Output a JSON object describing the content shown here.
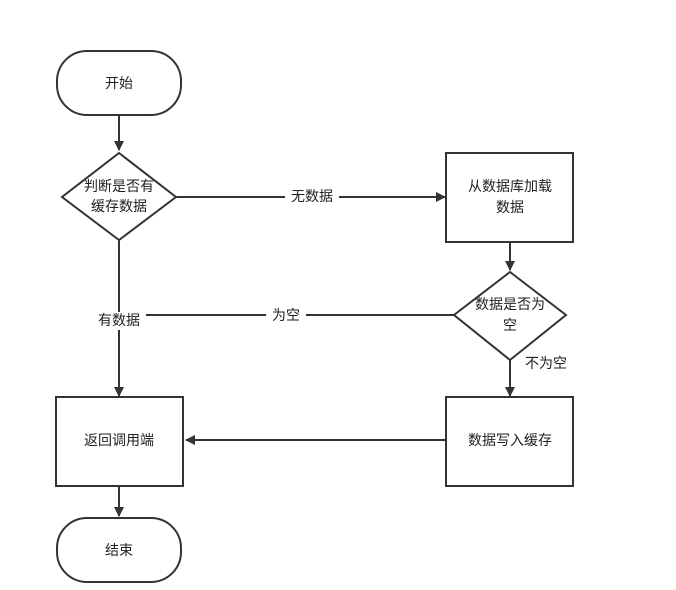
{
  "nodes": {
    "start": {
      "label": "开始"
    },
    "check_cache": {
      "line1": "判断是否有",
      "line2": "缓存数据"
    },
    "load_db": {
      "line1": "从数据库加载",
      "line2": "数据"
    },
    "check_empty": {
      "line1": "数据是否为",
      "line2": "空"
    },
    "write_cache": {
      "label": "数据写入缓存"
    },
    "return_caller": {
      "label": "返回调用端"
    },
    "end": {
      "label": "结束"
    }
  },
  "edges": {
    "no_data": "无数据",
    "has_data": "有数据",
    "is_empty": "为空",
    "not_empty": "不为空"
  }
}
